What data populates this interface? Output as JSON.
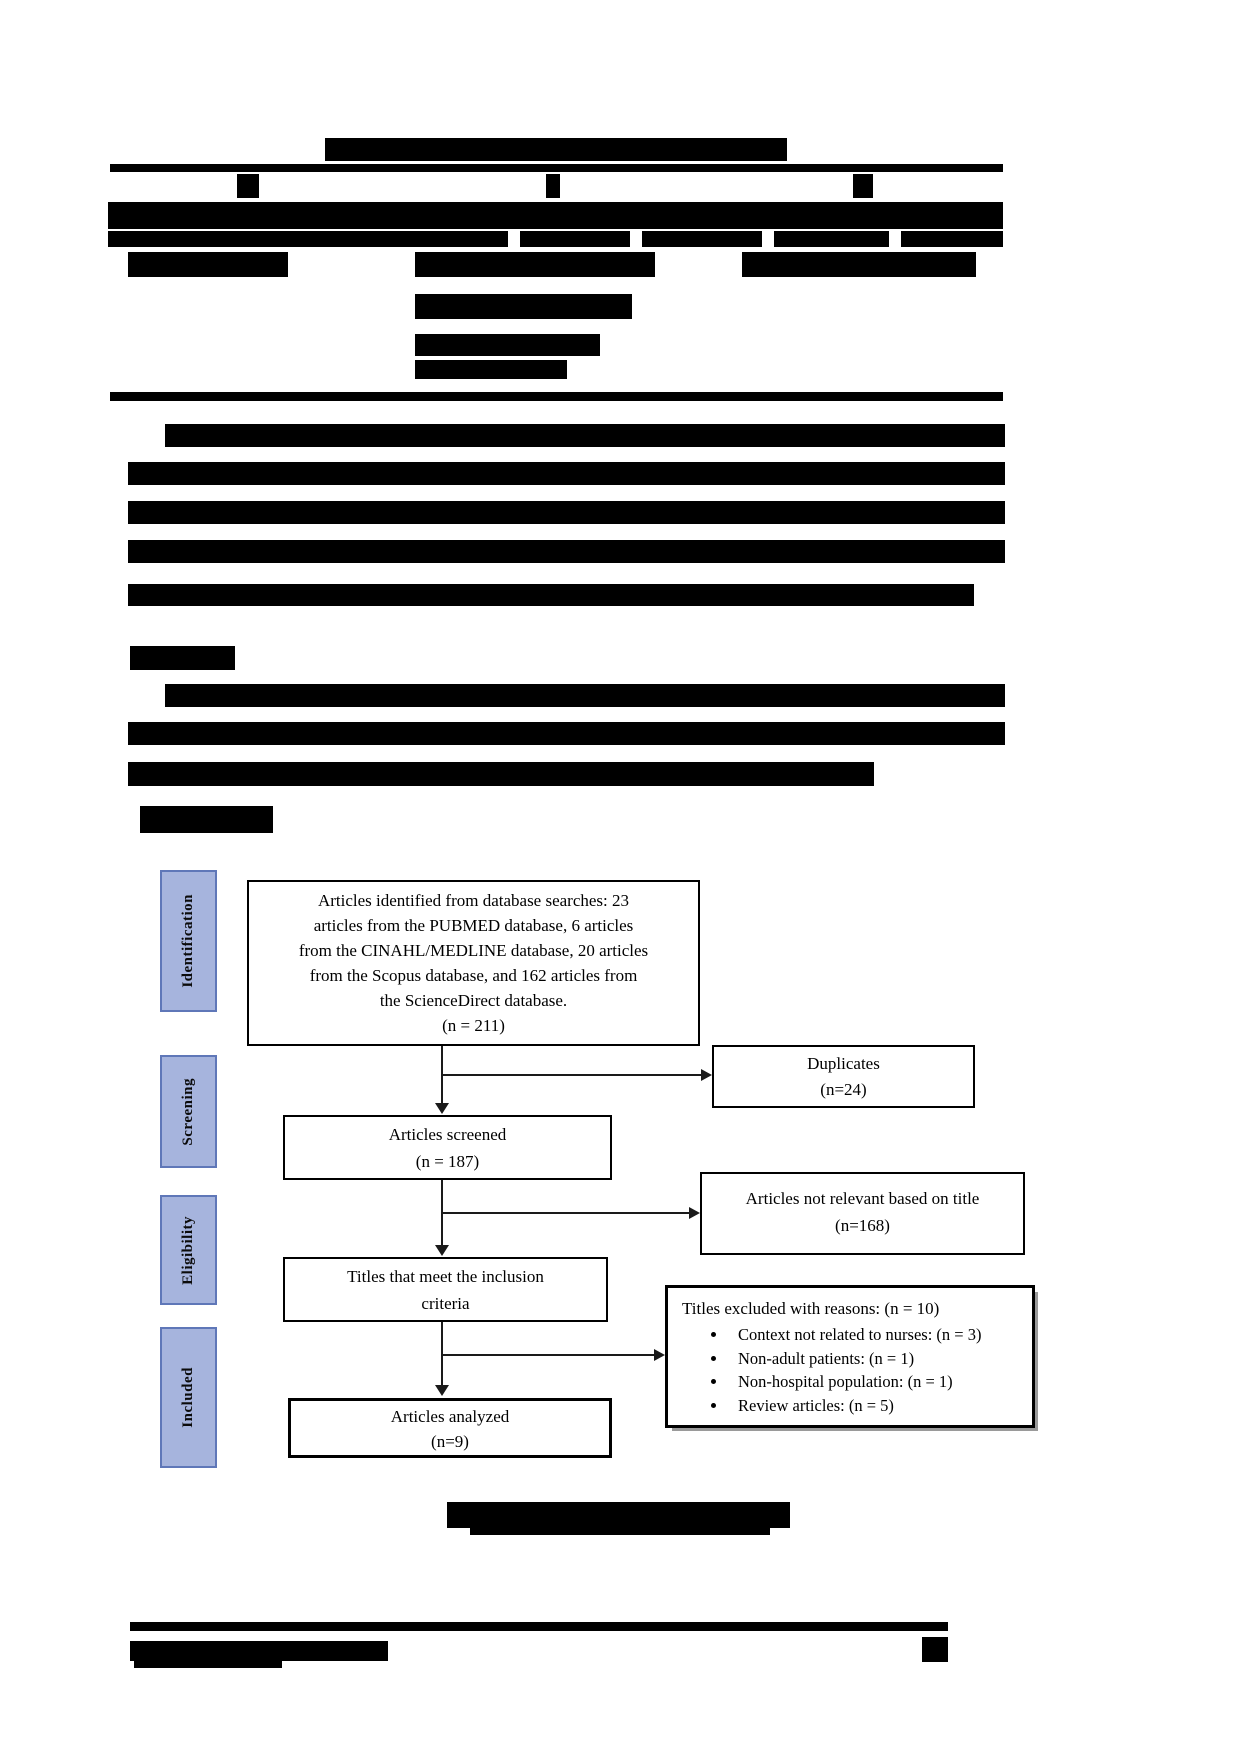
{
  "flowchart": {
    "stages": [
      "Identification",
      "Screening",
      "Eligibility",
      "Included"
    ],
    "identified": {
      "lines": [
        "Articles identified from database searches: 23",
        "articles from the PUBMED database, 6 articles",
        "from the CINAHL/MEDLINE database, 20 articles",
        "from the Scopus database, and 162 articles from",
        "the ScienceDirect database.",
        "(n = 211)"
      ]
    },
    "duplicates": {
      "lines": [
        "Duplicates",
        "(n=24)"
      ]
    },
    "screened": {
      "lines": [
        "Articles screened",
        "(n = 187)"
      ]
    },
    "not_relevant": {
      "lines": [
        "Articles not relevant based on title",
        "(n=168)"
      ]
    },
    "inclusion": {
      "lines": [
        "Titles that meet the inclusion",
        "criteria"
      ]
    },
    "excluded": {
      "title": "Titles excluded with reasons: (n = 10)",
      "items": [
        "Context not related to nurses: (n = 3)",
        "Non-adult patients: (n = 1)",
        "Non-hospital population: (n = 1)",
        "Review articles: (n = 5)"
      ]
    },
    "analyzed": {
      "lines": [
        "Articles analyzed",
        "(n=9)"
      ]
    }
  },
  "colors": {
    "stage_fill": "#a6b4dd",
    "stage_border": "#5f77b8",
    "redaction": "#000000"
  }
}
